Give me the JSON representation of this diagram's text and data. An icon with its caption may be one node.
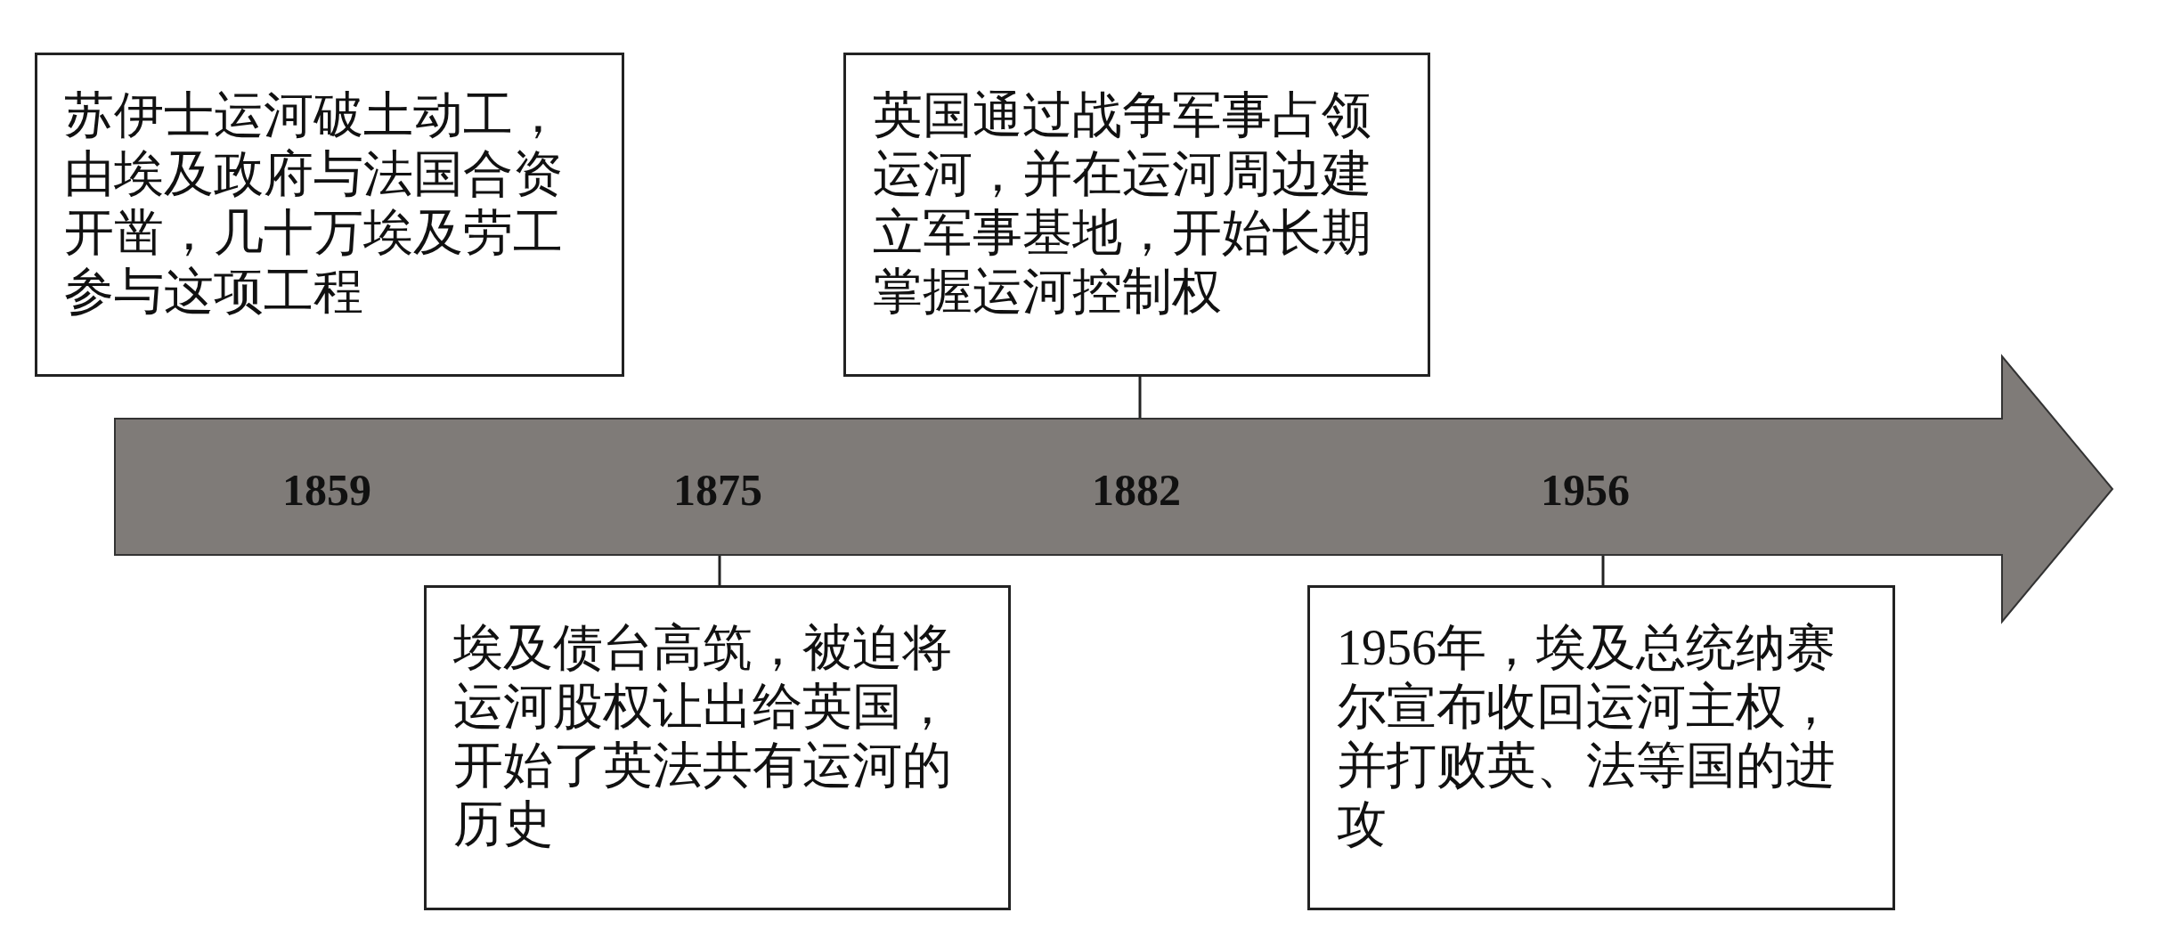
{
  "diagram": {
    "nodes": [
      {
        "text": [
          "苏伊士运河破土动工，由埃及政府与法国合资开凿，几十万埃及劳工参与这项工程"
        ]
      },
      {
        "text": [
          "英国通过战争军事占领运河，并在运河周边建立军事基地，开始长期掌握运河控制权"
        ]
      },
      {
        "text": [
          "1859",
          "1875",
          "1882",
          "1956"
        ]
      },
      {
        "text": [
          "埃及债台高筑，被迫将运河股权让出给英国，开始了英法共有运河的历史"
        ]
      },
      {
        "text": [
          "1956年，埃及总统纳赛尔宣布收回运河主权，并打败英、法等国的进攻"
        ]
      }
    ],
    "edges": [
      {
        "from": 1,
        "to": 2,
        "arrow": "none"
      },
      {
        "from": 3,
        "to": 2,
        "arrow": "none"
      },
      {
        "from": 4,
        "to": 2,
        "arrow": "none"
      }
    ]
  }
}
